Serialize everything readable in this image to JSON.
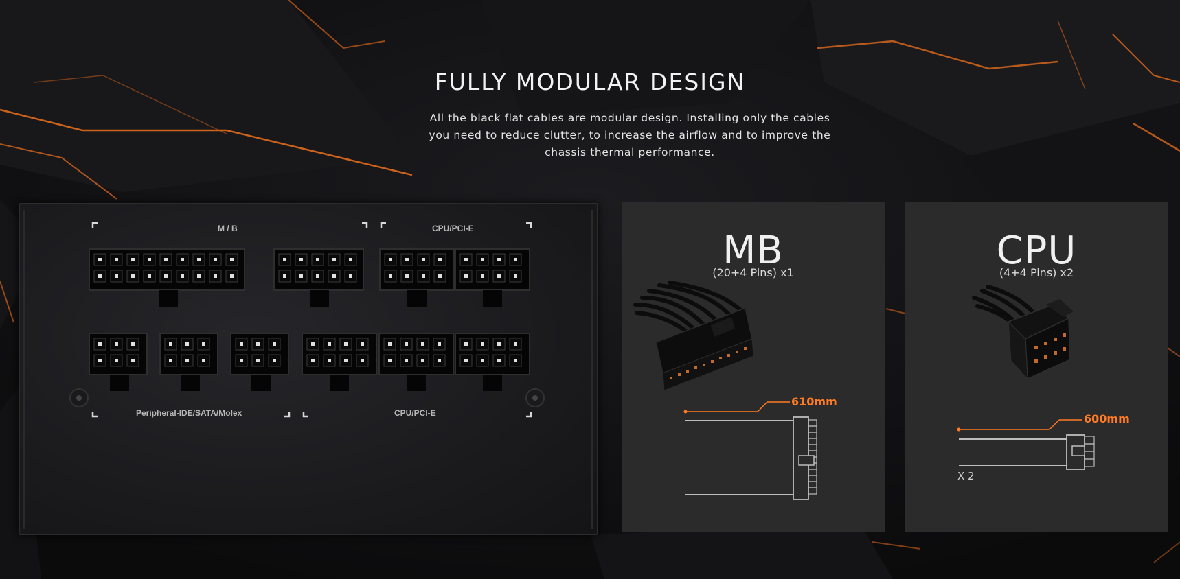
{
  "section": {
    "title": "FULLY MODULAR DESIGN",
    "description": "All the black flat cables are modular design. Installing only the cables you need to reduce clutter, to increase the airflow and to improve the chassis thermal performance."
  },
  "psu_panel": {
    "labels": {
      "mb": "M / B",
      "cpu_pcie_top": "CPU/PCI-E",
      "peripheral": "Peripheral-IDE/SATA/Molex",
      "cpu_pcie_bottom": "CPU/PCI-E"
    }
  },
  "cards": {
    "mb": {
      "title": "MB",
      "subtitle": "(20+4 Pins) x1",
      "length": "610mm"
    },
    "cpu": {
      "title": "CPU",
      "subtitle": "(4+4 Pins) x2",
      "length": "600mm",
      "count": "X 2"
    }
  },
  "colors": {
    "accent": "#ff7a24",
    "card_bg": "#2b2b2b",
    "page_bg": "#0e0e10"
  }
}
